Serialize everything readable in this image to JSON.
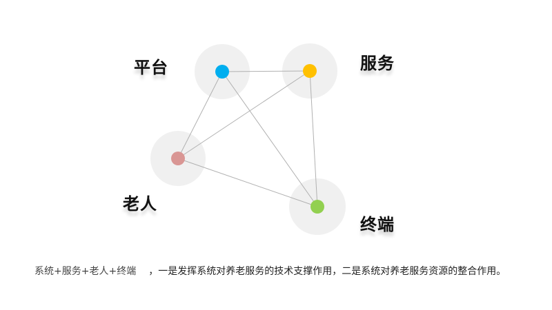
{
  "nodes": [
    {
      "id": "platform",
      "label": "平台",
      "color": "#00aeef"
    },
    {
      "id": "service",
      "label": "服务",
      "color": "#ffc000"
    },
    {
      "id": "elderly",
      "label": "老人",
      "color": "#d99694"
    },
    {
      "id": "terminal",
      "label": "终端",
      "color": "#92d050"
    }
  ],
  "colors": {
    "halo": "#f0f0f0",
    "edge": "#b0b0b0"
  },
  "caption": {
    "lead": "系统+服务+老人+终端",
    "body": "，一是发挥系统对养老服务的技术支撑作用，二是系统对养老服务资源的整合作用。"
  }
}
